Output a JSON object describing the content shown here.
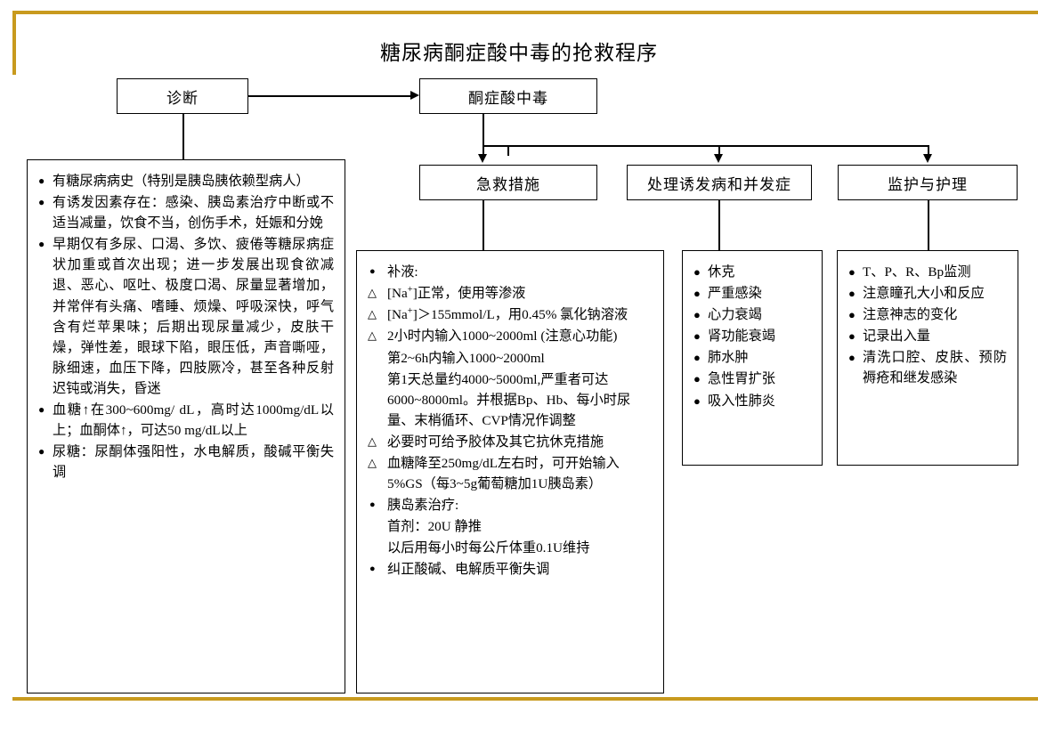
{
  "title": "糖尿病酮症酸中毒的抢救程序",
  "colors": {
    "frame": "#c89a1e",
    "line": "#000000",
    "box_border": "#000000",
    "background": "#ffffff"
  },
  "nodes": {
    "diagnosis": "诊断",
    "dka": "酮症酸中毒",
    "emergency": "急救措施",
    "complications": "处理诱发病和并发症",
    "monitoring": "监护与护理"
  },
  "diagnosis_details": [
    "有糖尿病病史（特别是胰岛胰依赖型病人）",
    "有诱发因素存在：感染、胰岛素治疗中断或不适当减量，饮食不当，创伤手术，妊娠和分娩",
    "早期仅有多尿、口渴、多饮、疲倦等糖尿病症状加重或首次出现；进一步发展出现食欲减退、恶心、呕吐、极度口渴、尿量显著增加，并常伴有头痛、嗜睡、烦燥、呼吸深快，呼气含有烂苹果味；后期出现尿量减少，皮肤干燥，弹性差，眼球下陷，眼压低，声音嘶哑，脉细速，血压下降，四肢厥冷，甚至各种反射迟钝或消失，昏迷",
    "血糖↑在300~600mg/ dL，高时达1000mg/dL以上；血酮体↑，可达50 mg/dL以上",
    "尿糖：尿酮体强阳性，水电解质，酸碱平衡失调"
  ],
  "emergency_details": [
    {
      "marker": "dot",
      "text": "补液:"
    },
    {
      "marker": "tri",
      "text": "[Na+]正常，使用等渗液"
    },
    {
      "marker": "tri",
      "text": "[Na+]＞155mmol/L，用0.45% 氯化钠溶液"
    },
    {
      "marker": "tri",
      "text": "2小时内输入1000~2000ml (注意心功能)"
    },
    {
      "marker": "plain",
      "text": "第2~6h内输入1000~2000ml"
    },
    {
      "marker": "plain",
      "text": "第1天总量约4000~5000ml,严重者可达6000~8000ml。并根据Bp、Hb、每小时尿量、末梢循环、CVP情况作调整"
    },
    {
      "marker": "tri",
      "text": "必要时可给予胶体及其它抗休克措施"
    },
    {
      "marker": "tri",
      "text": "血糖降至250mg/dL左右时，可开始输入5%GS（每3~5g葡萄糖加1U胰岛素）"
    },
    {
      "marker": "dot",
      "text": "胰岛素治疗:"
    },
    {
      "marker": "plain",
      "text": "首剂：20U 静推"
    },
    {
      "marker": "plain",
      "text": "以后用每小时每公斤体重0.1U维持"
    },
    {
      "marker": "dot",
      "text": "纠正酸碱、电解质平衡失调"
    }
  ],
  "complication_details": [
    "休克",
    "严重感染",
    "心力衰竭",
    "肾功能衰竭",
    "肺水肿",
    "急性胃扩张",
    "吸入性肺炎"
  ],
  "monitoring_details": [
    "T、P、R、Bp监测",
    "注意瞳孔大小和反应",
    "注意神志的变化",
    "记录出入量",
    "清洗口腔、皮肤、预防褥疮和继发感染"
  ]
}
